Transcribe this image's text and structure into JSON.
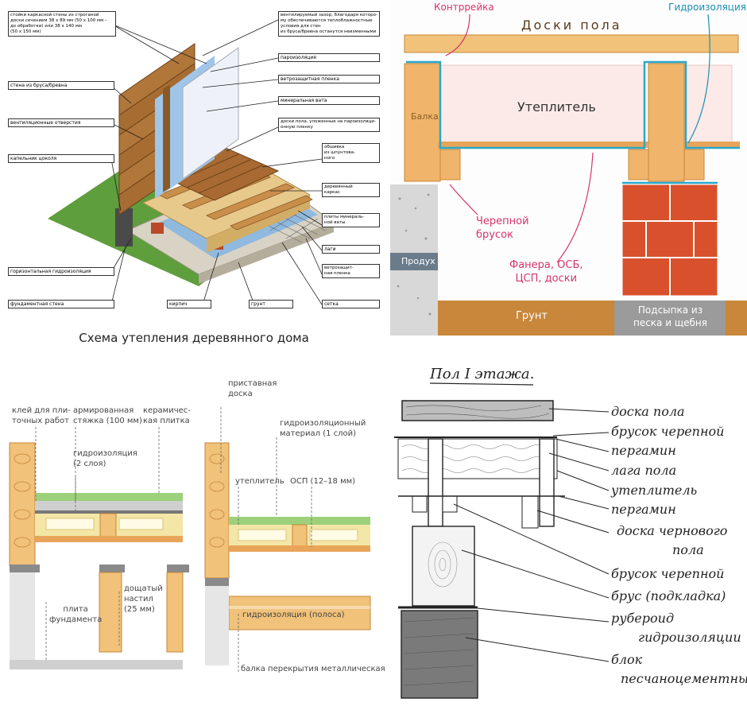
{
  "panel1": {
    "caption": "Схема утепления деревянного дома",
    "left_labels": [
      [
        "стойки каркасной стены из строганой",
        "доски сечением 38 х 89 мм (50 х 100 мм –",
        "до обработки) или 38 х 140 мм",
        "(50 х 150 мм)"
      ],
      [
        "стена из бруса/бревна"
      ],
      [
        "вентиляционные отверстия"
      ],
      [
        "капельник цоколя"
      ],
      [
        "горизонтальная гидроизоляция"
      ],
      [
        "фундаментная стена"
      ]
    ],
    "right_labels": [
      [
        "вентилируемый зазор, благодаря которо-",
        "му обеспечиваются теплоблажностные условия для стен",
        "из бруса/бревна останутся неизменными"
      ],
      [
        "пароизоляция"
      ],
      [
        "ветрозащитная пленка"
      ],
      [
        "минеральная вата"
      ],
      [
        "доски пола, уложенные на пароизоляци-",
        "онную пленку"
      ],
      [
        "обшивка",
        "из шпунтова-",
        "ного"
      ],
      [
        "деревянный",
        "каркас"
      ],
      [
        "плиты минераль-",
        "ной ваты"
      ],
      [
        "лаги"
      ],
      [
        "ветрозащит-",
        "ная пленка"
      ],
      [
        "сетка"
      ]
    ],
    "bottom_labels": [
      "кирпич",
      "грунт"
    ]
  },
  "panel2": {
    "floorboards": "Доски пола",
    "counter_batten": "Контррейка",
    "waterproofing": "Гидроизоляция",
    "beam": "Балка",
    "insulation": "Утеплитель",
    "skull_block": [
      "Черепной",
      "брусок"
    ],
    "sheathing": [
      "Фанера, ОСБ,",
      "ЦСП, доски"
    ],
    "vent": "Продух",
    "ground": "Грунт",
    "backfill": [
      "Подсыпка из",
      "песка и щебня"
    ],
    "colors": {
      "label_red": "#d6336c",
      "label_blue": "#1a8fb3",
      "ground": "#c8873a",
      "brick": "#d9502c"
    }
  },
  "panel3": {
    "left": {
      "glue": [
        "клей для пли-",
        "точных работ"
      ],
      "screed": [
        "армированная",
        "стяжка (100 мм)"
      ],
      "tile": [
        "керамичес-",
        "кая плитка"
      ],
      "waterproofing": [
        "гидроизоляция",
        "(2 слоя)"
      ],
      "slab": [
        "плита",
        "фундамента"
      ],
      "decking": [
        "дощатый",
        "настил",
        "(25 мм)"
      ]
    },
    "right": {
      "board": [
        "приставная",
        "доска"
      ],
      "material": [
        "гидроизоляционный",
        "материал (1 слой)"
      ],
      "insulation": "утеплитель",
      "osb": "ОСП (12–18 мм)",
      "strip": "гидроизоляция (полоса)",
      "beam": "балка перекрытия металлическая"
    }
  },
  "panel4": {
    "title": "Пол I этажа.",
    "labels": [
      "доска пола",
      "брусок черепной",
      "пергамин",
      "лага пола",
      "утеплитель",
      "пергамин",
      "доска чернового",
      "пола",
      "брусок черепной",
      "брус (подкладка)",
      "рубероид",
      "гидроизоляции",
      "блок",
      "песчаноцементный"
    ]
  }
}
